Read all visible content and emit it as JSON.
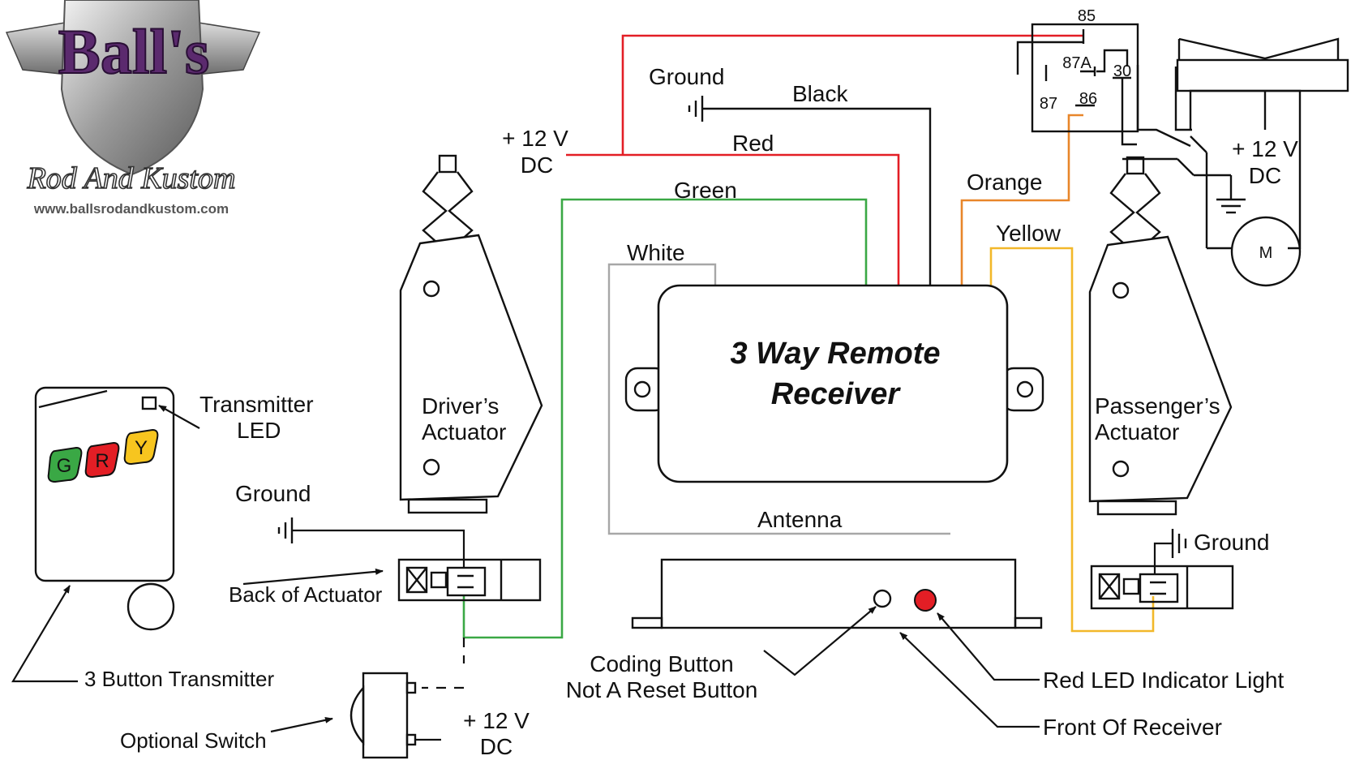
{
  "logo": {
    "brand": "Ball's",
    "tagline": "Rod And Kustom",
    "url": "www.ballsrodandkustom.com"
  },
  "receiver": {
    "title_line1": "3 Way Remote",
    "title_line2": "Receiver"
  },
  "wires": {
    "black": "Black",
    "red": "Red",
    "green": "Green",
    "white": "White",
    "orange": "Orange",
    "yellow": "Yellow",
    "antenna": "Antenna"
  },
  "power": {
    "v12": "+ 12 V",
    "dc": "DC"
  },
  "ground_label": "Ground",
  "relay": {
    "pin85": "85",
    "pin87a": "87A",
    "pin30": "30",
    "pin87": "87",
    "pin86": "86"
  },
  "motor": {
    "label": "M"
  },
  "actuators": {
    "driver_line1": "Driver’s",
    "driver_line2": "Actuator",
    "passenger_line1": "Passenger’s",
    "passenger_line2": "Actuator",
    "back_of_actuator": "Back of Actuator"
  },
  "transmitter": {
    "led_line1": "Transmitter",
    "led_line2": "LED",
    "button_g": "G",
    "button_r": "R",
    "button_y": "Y",
    "label": "3 Button Transmitter"
  },
  "switch": {
    "label": "Optional Switch"
  },
  "callouts": {
    "coding_line1": "Coding Button",
    "coding_line2": "Not A Reset Button",
    "red_led": "Red LED Indicator Light",
    "front_receiver": "Front Of Receiver"
  },
  "colors": {
    "red_wire": "#e31e25",
    "green_wire": "#3aa845",
    "orange_wire": "#e8862a",
    "yellow_wire": "#f2b82a",
    "white_wire": "#a7a7a7",
    "black_wire": "#111111",
    "btn_green": "#3aa845",
    "btn_red": "#e31e25",
    "btn_yellow": "#f7c51f",
    "led_red": "#e31e25"
  }
}
